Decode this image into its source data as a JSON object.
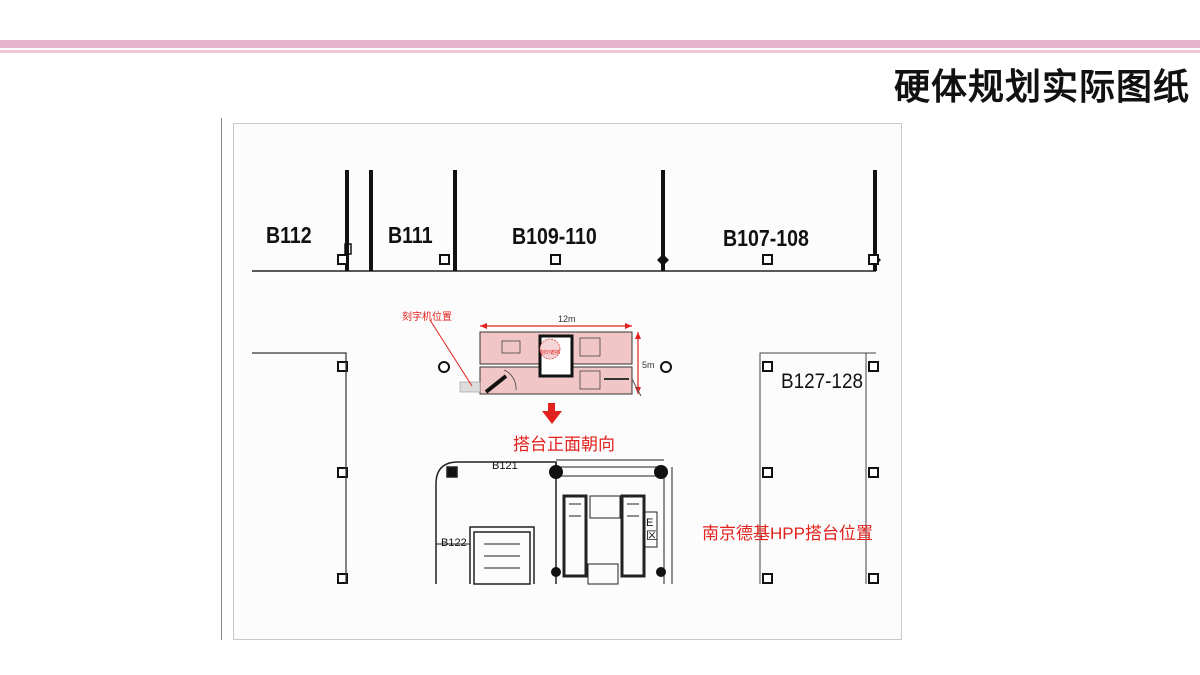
{
  "slide": {
    "title": "硬体规划实际图纸"
  },
  "plan": {
    "units": {
      "b112": "B112",
      "b111": "B111",
      "b109_110": "B109-110",
      "b107_108": "B107-108",
      "b127_128": "B127-128",
      "b121": "B121",
      "b122": "B122",
      "e_zone": "E区"
    },
    "booth": {
      "engraver_label": "刻字机位置",
      "width_dim": "12m",
      "depth_dim": "5m",
      "center_label": "刻印遮挡"
    },
    "annotations": {
      "facing": "搭台正面朝向",
      "site": "南京德基HPP搭台位置"
    },
    "colors": {
      "accent_red": "#e2221e",
      "booth_fill": "#f1c6c6",
      "header_band": "#e7b5cb"
    }
  }
}
